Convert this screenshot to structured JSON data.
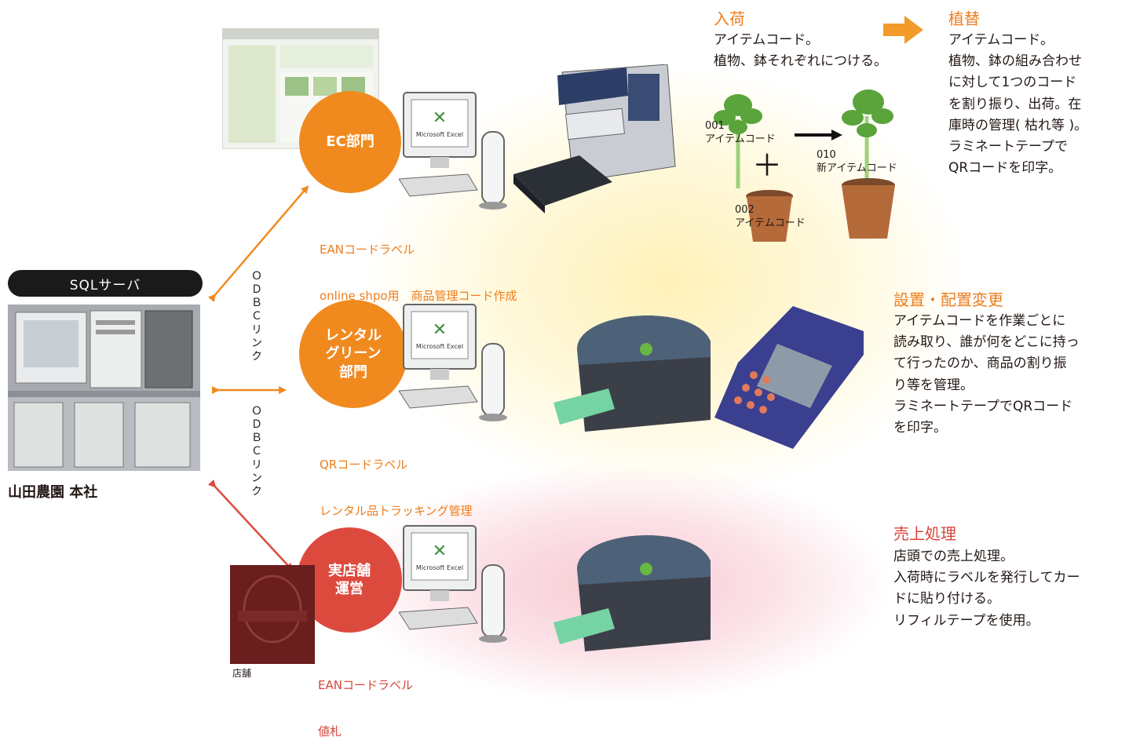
{
  "server": {
    "label": "SQLサーバ",
    "caption": "山田農園 本社"
  },
  "links": {
    "upper": "ＯＤＢＣリンク",
    "lower": "ＯＤＢＣリンク"
  },
  "departments": {
    "ec": {
      "label": "EC部門",
      "caption_line1": "EANコードラベル",
      "caption_line2": "online shpo用　商品管理コード作成"
    },
    "rental": {
      "label_line1": "レンタル",
      "label_line2": "グリーン",
      "label_line3": "部門",
      "caption_line1": "QRコードラベル",
      "caption_line2": "レンタル品トラッキング管理"
    },
    "store": {
      "label_line1": "実店舗",
      "label_line2": "運営",
      "caption_line1": "EANコードラベル",
      "caption_line2": "値札",
      "photo_caption": "店舗"
    }
  },
  "arrival": {
    "heading": "入荷",
    "body": "アイテムコード。\n植物、鉢それぞれにつける。"
  },
  "replant": {
    "heading": "植替",
    "body": "アイテムコード。\n植物、鉢の組み合わせ\nに対して1つのコード\nを割り振り、出荷。在\n庫時の管理( 枯れ等 )。\nラミネートテープで\nQRコードを印字。"
  },
  "codes": {
    "plant": "001\nアイテムコード",
    "pot": "002\nアイテムコード",
    "combined": "010\n新アイテムコード",
    "plus": "＋"
  },
  "install": {
    "heading": "設置・配置変更",
    "body": "アイテムコードを作業ごとに\n読み取り、誰が何をどこに持っ\nて行ったのか、商品の割り振\nり等を管理。\nラミネートテープでQRコード\nを印字。"
  },
  "sales": {
    "heading": "売上処理",
    "body": "店頭での売上処理。\n入荷時にラベルを発行してカー\nドに貼り付ける。\nリフィルテープを使用。"
  },
  "screen_logo": "Microsoft Excel",
  "colors": {
    "orange": "#f08a1f",
    "red": "#dc4a3e",
    "pill": "#1a1a1a"
  }
}
